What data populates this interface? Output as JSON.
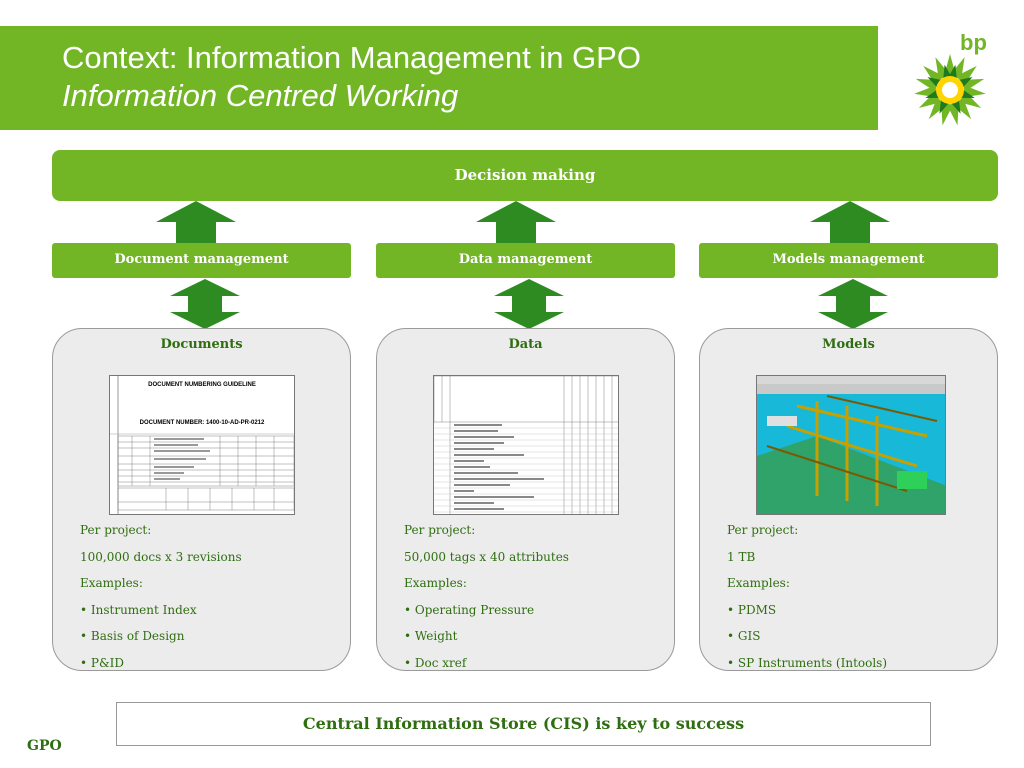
{
  "header": {
    "title": "Context: Information Management in GPO",
    "subtitle": "Information Centred Working",
    "brand": "bp",
    "logo_icon": "bp-helios-icon",
    "bg_color": "#72b626"
  },
  "decision": {
    "label": "Decision making"
  },
  "management": [
    {
      "label": "Document management"
    },
    {
      "label": "Data management"
    },
    {
      "label": "Models management"
    }
  ],
  "panels": [
    {
      "title": "Documents",
      "lines": [
        "Per project:",
        "100,000 docs x 3 revisions",
        "Examples:",
        "• Instrument Index",
        "• Basis of Design",
        "• P&ID"
      ],
      "image": "document-numbering-guideline-thumbnail",
      "doc_title": "DOCUMENT NUMBERING GUIDELINE",
      "doc_number": "DOCUMENT NUMBER: 1400-10-AD-PR-0212"
    },
    {
      "title": "Data",
      "lines": [
        "Per project:",
        "50,000 tags x 40 attributes",
        "Examples:",
        "• Operating Pressure",
        "• Weight",
        "• Doc xref"
      ],
      "image": "tag-attribute-table-thumbnail"
    },
    {
      "title": "Models",
      "lines": [
        "Per project:",
        "1 TB",
        "Examples:",
        "• PDMS",
        "• GIS",
        "• SP Instruments (Intools)"
      ],
      "image": "3d-plant-model-thumbnail"
    }
  ],
  "cis": {
    "label": "Central Information Store (CIS) is key to success"
  },
  "footer": {
    "label": "GPO"
  }
}
